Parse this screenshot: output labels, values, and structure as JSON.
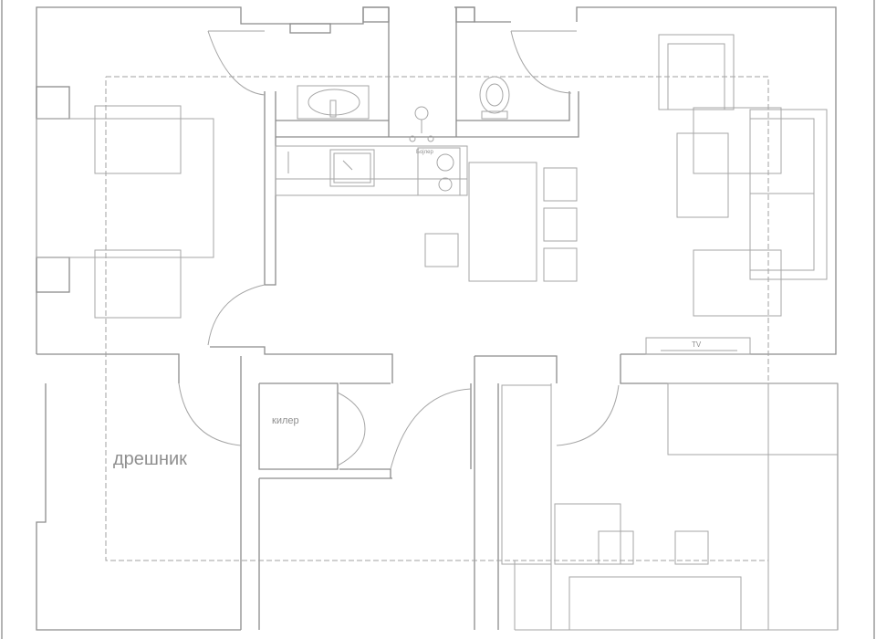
{
  "labels": {
    "wardrobe": "дрешник",
    "closet": "килер",
    "tv": "TV",
    "boiler": "Бојлер"
  },
  "colors": {
    "line": "#8c8c8c",
    "furniture": "#a6a6a6",
    "background": "#ffffff"
  }
}
